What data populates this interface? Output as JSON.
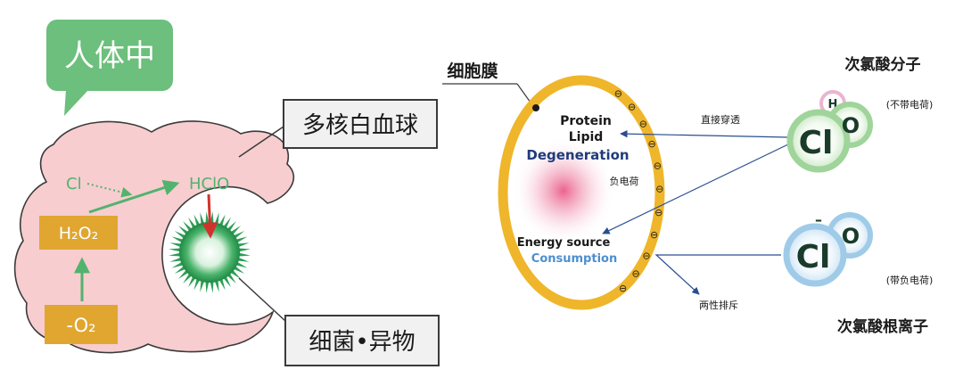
{
  "left_panel": {
    "speech_bubble": "人体中",
    "white_blood_cell_label": "多核白血球",
    "bacteria_label": "细菌•异物",
    "cl_label": "Cl",
    "hclo_label": "HClO",
    "h2o2_label": "H₂O₂",
    "o2_label": "-O₂"
  },
  "right_panel": {
    "membrane_label": "细胞膜",
    "protein_label": "Protein",
    "lipid_label": "Lipid",
    "degeneration_label": "Degeneration",
    "negative_charge_label": "负电荷",
    "energy_source_label": "Energy source",
    "consumption_label": "Consumption",
    "direct_penetration_label": "直接穿透",
    "repulsion_label": "两性排斥",
    "charge_symbol": "⊖",
    "hypochlorous_acid": {
      "title": "次氯酸分子",
      "note": "(不带电荷)",
      "h": "H",
      "cl": "Cl",
      "o": "O"
    },
    "hypochlorite_ion": {
      "title": "次氯酸根离子",
      "note": "(带负电荷)",
      "minus": "–",
      "cl": "Cl",
      "o": "O"
    }
  },
  "colors": {
    "bubble_green": "#6cbf7c",
    "wbc_pink": "#f7cdd0",
    "wbc_outline": "#3a3a3a",
    "chem_green": "#52b36d",
    "box_orange": "#e0a630",
    "bacteria_green": "#2e9e55",
    "membrane_yellow": "#efb62b",
    "label_box_bg": "#f1f1f1",
    "dark_blue": "#1f3b7a",
    "light_blue": "#4b8fd0",
    "arrow_blue": "#2a4d8f",
    "molecule_green": "#9fd49a",
    "ion_blue": "#9fcbe8",
    "h_pink": "#e9b6cf"
  }
}
